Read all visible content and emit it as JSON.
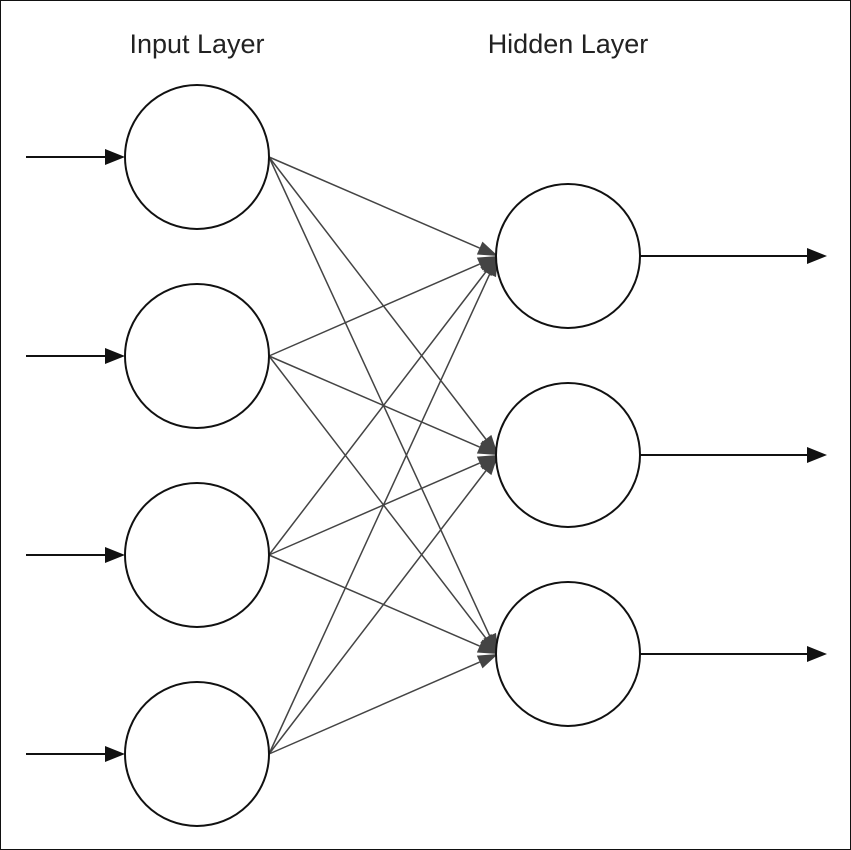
{
  "titles": {
    "input_layer": "Input Layer",
    "hidden_layer": "Hidden Layer"
  },
  "network": {
    "input_neuron_count": 4,
    "hidden_neuron_count": 3,
    "fully_connected": true
  },
  "colors": {
    "node_stroke": "#111111",
    "node_fill": "#ffffff",
    "connection": "#444444",
    "io_arrow": "#111111",
    "text": "#222222"
  }
}
